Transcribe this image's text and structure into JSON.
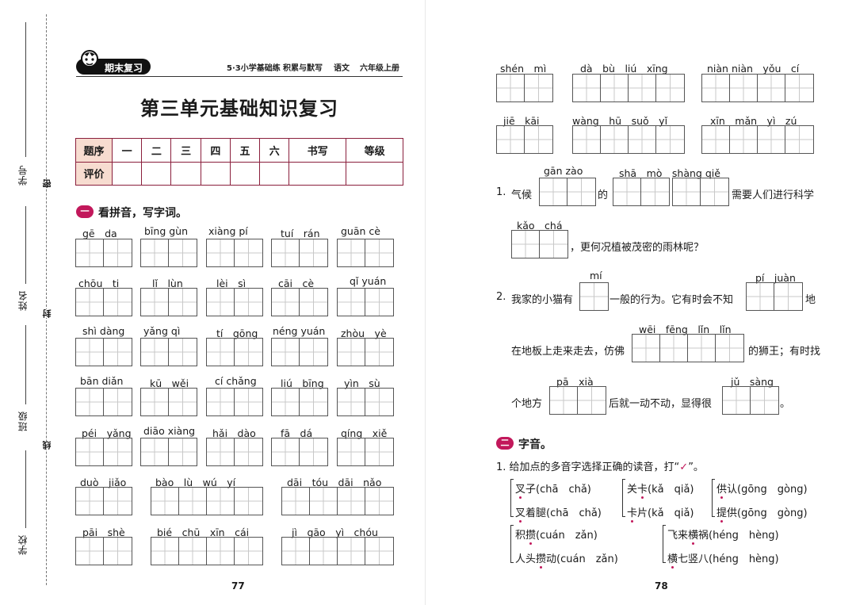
{
  "side": {
    "labels": [
      "学号",
      "姓名",
      "班级",
      "学校"
    ],
    "seals": [
      "密",
      "封",
      "线"
    ]
  },
  "header": {
    "badge": "期末复习",
    "series": "5·3小学基础练",
    "book": "积累与默写",
    "subject": "语文",
    "grade": "六年级上册"
  },
  "title": "第三单元基础知识复习",
  "score_table": {
    "row1_label": "题序",
    "columns": [
      "一",
      "二",
      "三",
      "四",
      "五",
      "六",
      "书写",
      "等级"
    ],
    "row2_label": "评价"
  },
  "section1": {
    "num": "一",
    "title": "看拼音，写字词。",
    "left_rows": [
      [
        "gē　da",
        "bīng gùn",
        "xiàng pí",
        "tuí　rán",
        "guān cè"
      ],
      [
        "chōu　ti",
        "lǐ　lùn",
        "lèi　sì",
        "cāi　cè",
        "qǐ yuán"
      ],
      [
        "shì dàng",
        "yǎng qì",
        "tí　gōng",
        "néng yuán",
        "zhòu　yè"
      ],
      [
        "bān diǎn",
        "kū　wěi",
        "cí chǎng",
        "liú　bīng",
        "yìn　sù"
      ],
      [
        "péi　yǎng",
        "diāo xiàng",
        "hǎi　dào",
        "fā　dá",
        "qíng　xiě"
      ]
    ],
    "left_row6": [
      "duò　jiǎo",
      "bào　lù　wú　yí",
      "dāi　tóu　dāi　nǎo"
    ],
    "left_row7": [
      "pāi　shè",
      "bié　chū　xīn　cái",
      "jì　gāo　yì　chóu"
    ],
    "right_row1": [
      "shén　mì",
      "dà　bù　liú　xīng",
      "niàn niàn　yǒu　cí"
    ],
    "right_row2": [
      "jiē　kāi",
      "wàng　hū　suǒ　yǐ",
      "xīn　mǎn　yì　zú"
    ]
  },
  "fill": {
    "q1_num": "1.",
    "q1_a": "气候",
    "q1_b": "的",
    "q1_c": "需要人们进行科学",
    "q1_d": "，更何况植被茂密的雨林呢？",
    "q1_py1": "gān zào",
    "q1_py2": "shā　mò　shàng qiě",
    "q1_py3": "kǎo　chá",
    "q2_num": "2.",
    "q2_a": "我家的小猫有",
    "q2_b": "一般的行为。它有时会不知",
    "q2_c": "地",
    "q2_d": "在地板上走来走去，仿佛",
    "q2_e": "的狮王；有时找",
    "q2_f": "个地方",
    "q2_g": "后就一动不动，显得很",
    "q2_h": "。",
    "q2_py1": "mí",
    "q2_py2": "pí　juàn",
    "q2_py3": "wēi　fēng　lǐn　lǐn",
    "q2_py4": "pā　xià",
    "q2_py5": "jǔ　sàng"
  },
  "section2": {
    "num": "二",
    "title": "字音。",
    "instruction_a": "1. 给加点的多音字选择正确的读音，打“",
    "check": "✓",
    "instruction_b": "”。",
    "items": [
      {
        "pre": "",
        "dot": "叉",
        "post": "子(chā　chǎ)"
      },
      {
        "pre": "",
        "dot": "叉",
        "post": "着腿(chā　chǎ)"
      },
      {
        "pre": "关",
        "dot": "卡",
        "post": "(kǎ　qiǎ)"
      },
      {
        "pre": "",
        "dot": "卡",
        "post": "片(kǎ　qiǎ)"
      },
      {
        "pre": "",
        "dot": "供",
        "post": "认(gōng　gòng)"
      },
      {
        "pre": "",
        "dot": "提",
        "post": "供(gōng　gòng)"
      },
      {
        "pre": "积",
        "dot": "攒",
        "post": "(cuán　zǎn)"
      },
      {
        "pre": "人头",
        "dot": "攒",
        "post": "动(cuán　zǎn)"
      },
      {
        "pre": "飞来",
        "dot": "横",
        "post": "祸(héng　hèng)"
      },
      {
        "pre": "",
        "dot": "横",
        "post": "七竖八(héng　hèng)"
      }
    ]
  },
  "page_left": "77",
  "page_right": "78"
}
